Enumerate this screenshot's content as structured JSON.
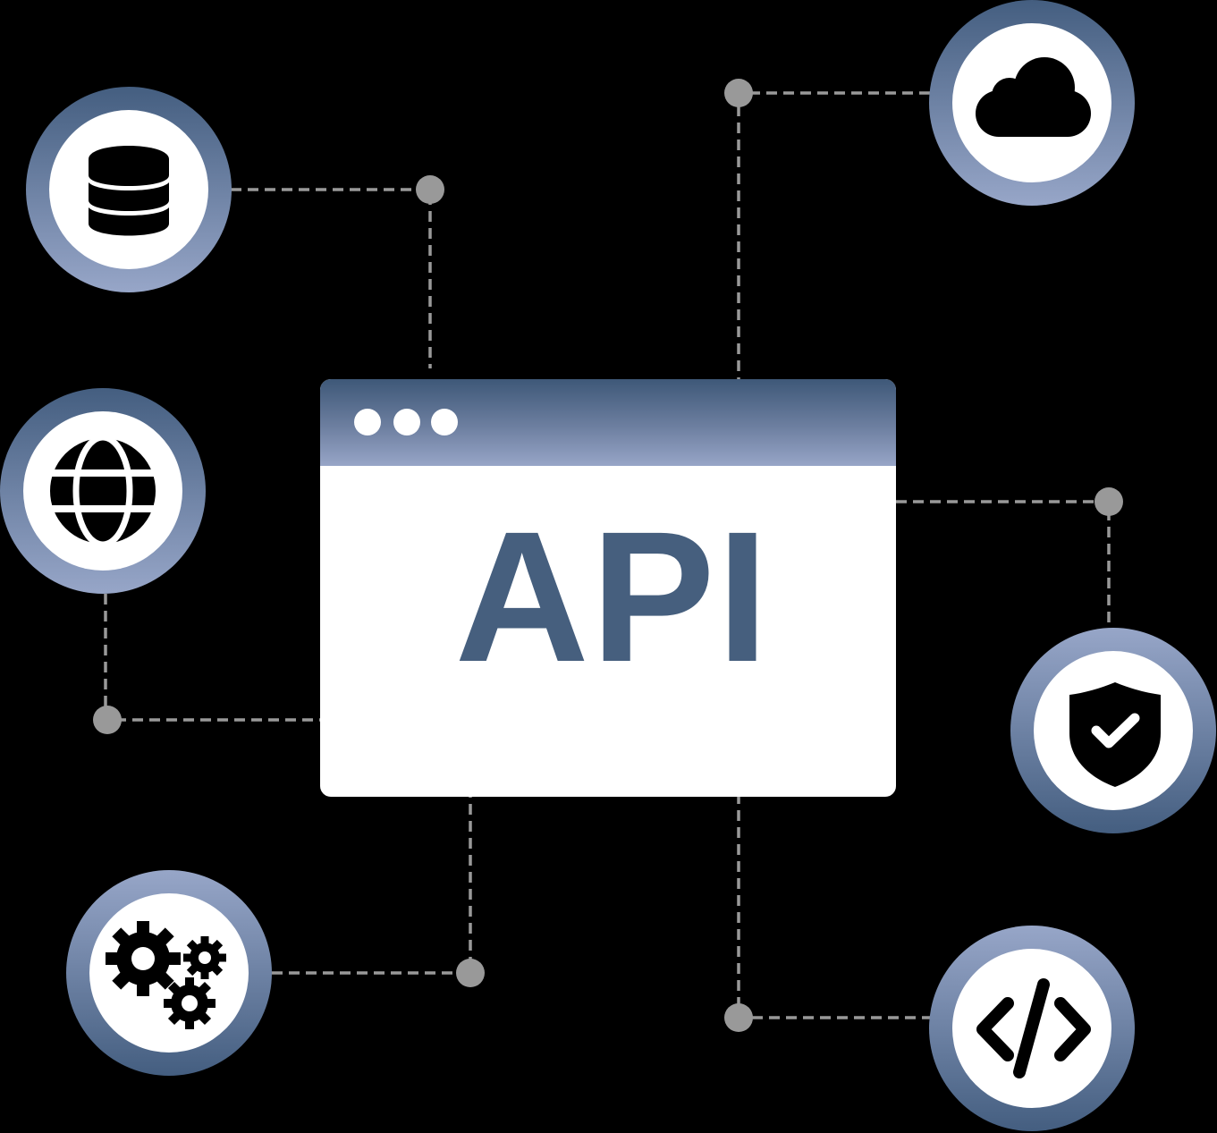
{
  "diagram": {
    "title": "API",
    "window": {
      "dots": [
        "dot-1",
        "dot-2",
        "dot-3"
      ],
      "header_gradient": [
        "#3e5878",
        "#97a5c7"
      ],
      "text_color": "#465f7e"
    },
    "nodes": [
      {
        "id": "database",
        "icon": "database-icon",
        "position": "top-left"
      },
      {
        "id": "globe",
        "icon": "globe-icon",
        "position": "middle-left"
      },
      {
        "id": "settings",
        "icon": "gears-icon",
        "position": "bottom-left"
      },
      {
        "id": "cloud",
        "icon": "cloud-icon",
        "position": "top-right"
      },
      {
        "id": "security",
        "icon": "shield-check-icon",
        "position": "middle-right"
      },
      {
        "id": "code",
        "icon": "code-icon",
        "position": "bottom-right"
      }
    ],
    "colors": {
      "background": "#000000",
      "ring_dark": "#445e80",
      "ring_light": "#97a6c8",
      "connector": "#999999",
      "icon": "#000000",
      "inner": "#ffffff"
    }
  }
}
